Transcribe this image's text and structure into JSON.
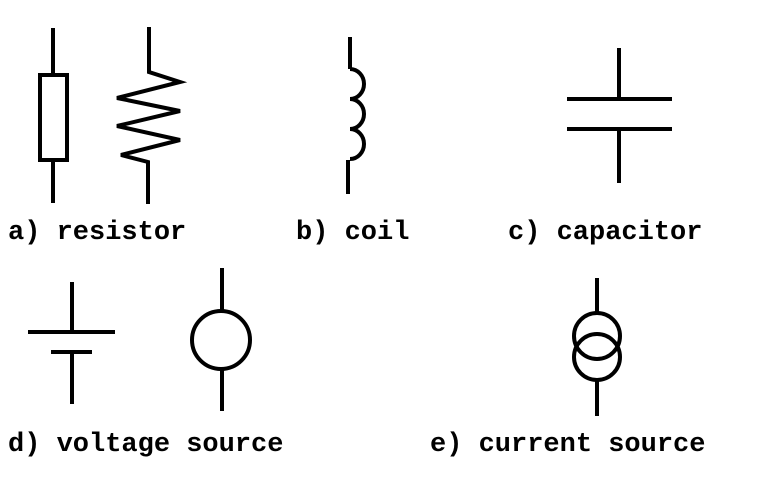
{
  "title": "Electrical circuit component symbols",
  "colors": {
    "stroke": "#000000",
    "background": "#ffffff"
  },
  "components": [
    {
      "id": "a",
      "label": "a) resistor",
      "symbols": [
        "resistor-box-symbol",
        "resistor-zigzag-symbol"
      ]
    },
    {
      "id": "b",
      "label": "b) coil",
      "symbols": [
        "inductor-coil-symbol"
      ]
    },
    {
      "id": "c",
      "label": "c) capacitor",
      "symbols": [
        "capacitor-symbol"
      ]
    },
    {
      "id": "d",
      "label": "d) voltage source",
      "symbols": [
        "battery-symbol",
        "voltage-source-circle-symbol"
      ]
    },
    {
      "id": "e",
      "label": "e) current source",
      "symbols": [
        "current-source-double-circle-symbol"
      ]
    }
  ]
}
